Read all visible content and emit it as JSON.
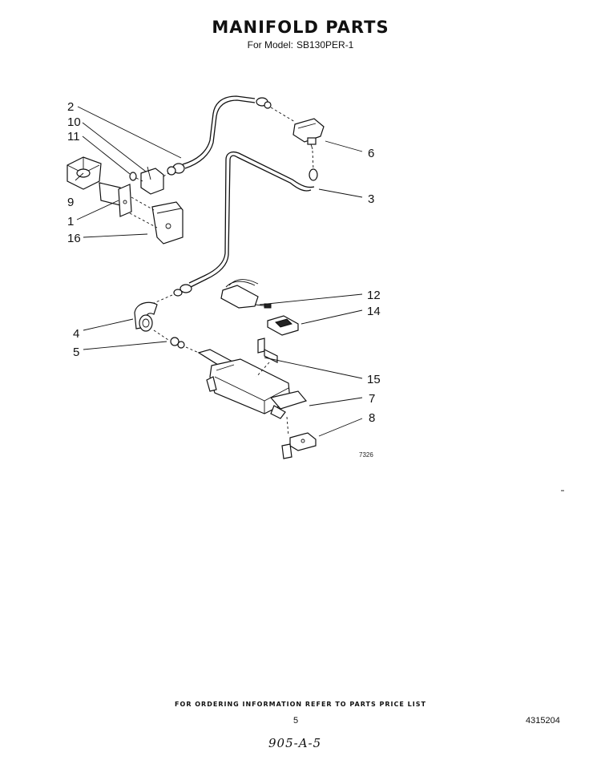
{
  "header": {
    "title": "MANIFOLD PARTS",
    "model_prefix": "For Model:",
    "model_number": "SB130PER-1"
  },
  "callouts": {
    "c2": "2",
    "c10": "10",
    "c11": "11",
    "c9": "9",
    "c1": "1",
    "c16": "16",
    "c6": "6",
    "c3": "3",
    "c12": "12",
    "c14": "14",
    "c4": "4",
    "c5": "5",
    "c15": "15",
    "c7": "7",
    "c8": "8"
  },
  "figure_code": "7326",
  "footer": {
    "ordering_note": "FOR ORDERING INFORMATION REFER TO PARTS PRICE LIST",
    "page_number": "5",
    "document_number": "4315204",
    "handwritten_note": "905-A-5"
  }
}
